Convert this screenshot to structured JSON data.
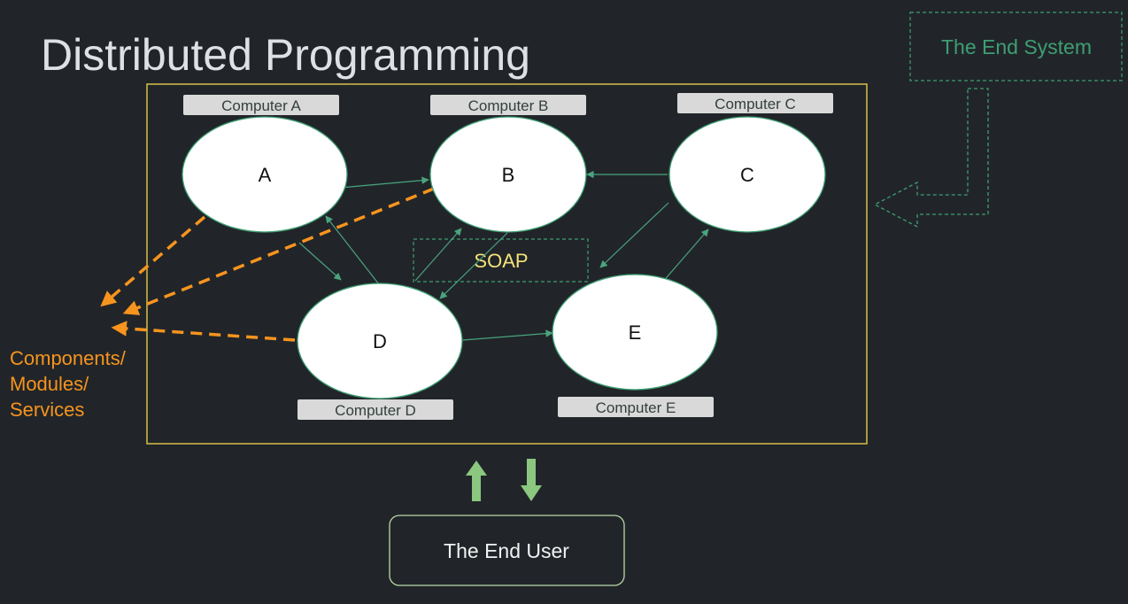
{
  "title": "Distributed Programming",
  "nodes": [
    {
      "letter": "A",
      "computer": "Computer A"
    },
    {
      "letter": "B",
      "computer": "Computer B"
    },
    {
      "letter": "C",
      "computer": "Computer C"
    },
    {
      "letter": "D",
      "computer": "Computer D"
    },
    {
      "letter": "E",
      "computer": "Computer E"
    }
  ],
  "protocol_label": "SOAP",
  "components_label": [
    "Components/",
    "Modules/",
    "Services"
  ],
  "end_system_label": "The End System",
  "end_user_label": "The End User",
  "colors": {
    "background": "#212529",
    "system_border": "#d8bf4a",
    "connector": "#4aa57f",
    "component_arrow": "#f7941e",
    "protocol_text": "#f3e37a",
    "end_system": "#3f9e73",
    "user_arrows": "#8bc77f",
    "end_user_border": "#b9d9a6"
  }
}
